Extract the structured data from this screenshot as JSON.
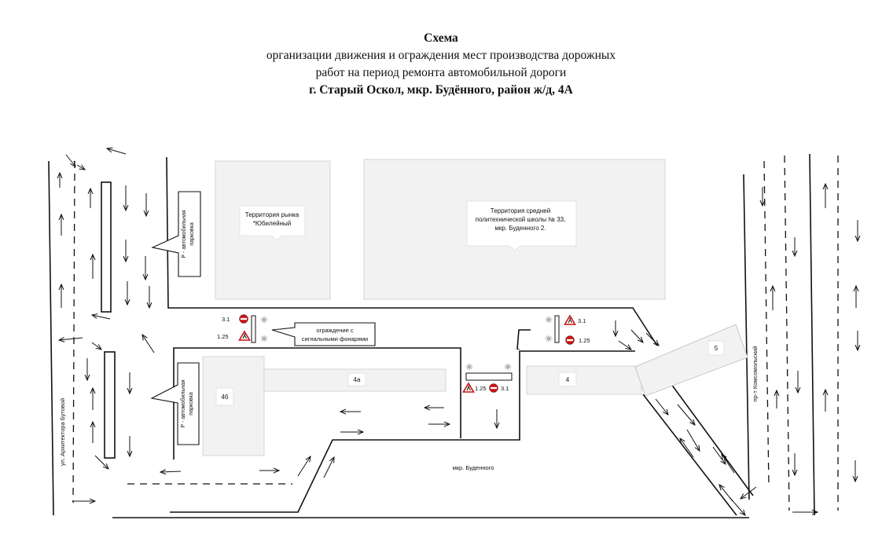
{
  "title": {
    "line1": "Схема",
    "line2": "организации движения и ограждения мест производства дорожных",
    "line3": "работ на период ремонта автомобильной дороги",
    "line4": "г. Старый Оскол, мкр. Будённого, район ж/д, 4А"
  },
  "territories": {
    "market_l1": "Территория рынка",
    "market_l2": "*Юбилейный",
    "school_l1": "Территория средней",
    "school_l2": "политехнической школы № 33,",
    "school_l3": "мкр. Буденного 2."
  },
  "buildings": {
    "b46": "4б",
    "b4a": "4а",
    "b4": "4",
    "b5": "5"
  },
  "parking": {
    "line1": "Р - автомобильная",
    "line2": "парковка"
  },
  "fence_callout": {
    "line1": "ограждение с",
    "line2": "сигнальными фонарями"
  },
  "signs": {
    "s31": "3.1",
    "s125": "1.25"
  },
  "streets": {
    "butova": "ул. Архитектора Бутовой",
    "komsomolsky": "пр-т Комсомольский",
    "budennogo": "мкр. Буденного"
  },
  "colors": {
    "line": "#111111",
    "building_fill": "#f2f2f2",
    "sign_red": "#cc1111"
  }
}
